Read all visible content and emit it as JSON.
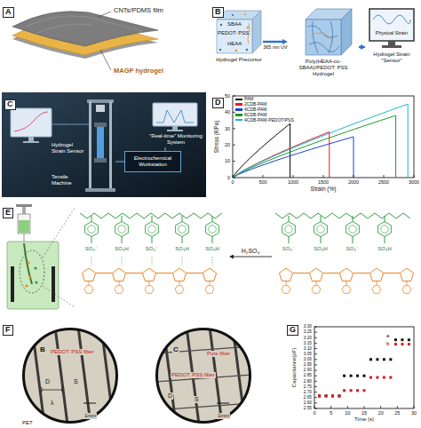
{
  "diagram": {
    "nodes": [
      {
        "text": [
          "A",
          "CNTs/PDMS film",
          "MAGP hydrogel"
        ]
      },
      {
        "text": [
          "B"
        ]
      },
      {
        "text": [
          "SBAA",
          "PEDOT: PSS",
          "HEAA",
          "Hydrogel Precursor"
        ],
        "in": 1
      },
      {
        "text": [
          "Poly(HEAA-co-SBAA)/PEDOT: PSS Hydrogel"
        ],
        "in": 1
      },
      {
        "text": [
          "Physical Strain",
          "Hydrogel Strain \"Sensor\""
        ],
        "in": 1
      },
      {
        "text": [
          "C"
        ]
      },
      {
        "text": [
          "Hydrogel Strain Sensor",
          "Tensile Machine"
        ],
        "in": 5
      },
      {
        "text": [
          "Electrochemical Workstation"
        ],
        "in": 5
      },
      {
        "text": [
          "\"Real-time\" Monitoring System"
        ],
        "in": 5
      },
      {
        "text": [
          "D"
        ]
      },
      {
        "text": [
          "E"
        ]
      },
      {
        "text": [
          "SO₃⁻",
          "SO₃H",
          "SO₃⁻",
          "SO₃H",
          "SO₃H"
        ],
        "in": 10
      },
      {
        "text": [
          "SO₃⁻",
          "SO₃H",
          "SO₃⁻",
          "SO₃H"
        ],
        "in": 10
      },
      {
        "text": [
          "F"
        ]
      },
      {
        "text": [
          "B",
          "PEDOT: PSS fiber",
          "D",
          "S",
          "λ",
          "PET",
          "1mm"
        ],
        "in": 13
      },
      {
        "text": [
          "C",
          "Pure fiber",
          "PEDOT: PSS fiber",
          "D",
          "S",
          "1mm"
        ],
        "in": 13
      },
      {
        "text": [
          "G"
        ]
      }
    ],
    "edges": [
      {
        "from": 2,
        "to": 3,
        "arrow": "to",
        "label": "365 nm UV"
      },
      {
        "from": 3,
        "to": 4,
        "arrow": "to"
      },
      {
        "from": 6,
        "to": 7,
        "arrow": "none"
      },
      {
        "from": 7,
        "to": 8,
        "arrow": "none"
      },
      {
        "from": 12,
        "to": 11,
        "arrow": "to",
        "label": "H₂SO₄"
      }
    ],
    "labels": [
      "Stress (KPa)",
      "0",
      "10",
      "20",
      "30",
      "40",
      "50",
      "0",
      "500",
      "1000",
      "1500",
      "2000",
      "2500",
      "3000",
      "Strain (%)",
      "Capacitance(pF)",
      "3.30",
      "3.25",
      "3.20",
      "3.15",
      "3.10",
      "3.05",
      "3.00",
      "2.95",
      "2.90",
      "2.85",
      "2.80",
      "2.75",
      "2.70",
      "2.65",
      "2.60",
      "2.55",
      "0",
      "5",
      "10",
      "15",
      "20",
      "25",
      "30",
      "Time (s)",
      "a",
      "b"
    ],
    "legend": [
      {
        "text": "PAM",
        "color": "#000000"
      },
      {
        "text": "2CDB-PAM",
        "color": "#e41a1c"
      },
      {
        "text": "4CDB-PAM",
        "color": "#1f3fd6"
      },
      {
        "text": "6CDB-PAM",
        "color": "#1a9a2a"
      },
      {
        "text": "4CDB-PAM-PEDOT/PSS",
        "color": "#17b8d0"
      }
    ]
  }
}
